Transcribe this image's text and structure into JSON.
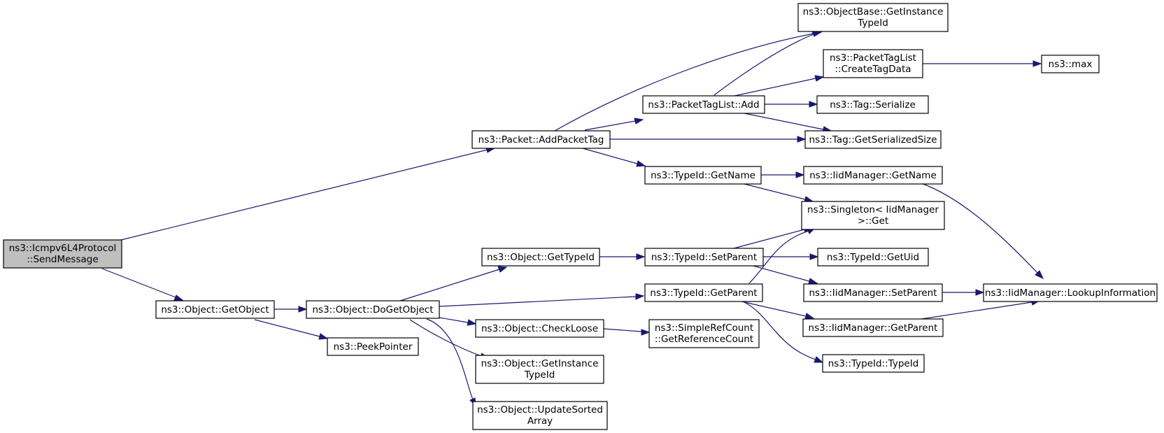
{
  "colors": {
    "edge": "#191970",
    "root_fill": "#bfbfbf",
    "node_fill": "#ffffff",
    "node_border": "#000000"
  },
  "nodes": {
    "send_message": {
      "lines": [
        "ns3::Icmpv6L4Protocol",
        "::SendMessage"
      ]
    },
    "add_packet_tag": {
      "lines": [
        "ns3::Packet::AddPacketTag"
      ]
    },
    "get_object": {
      "lines": [
        "ns3::Object::GetObject"
      ]
    },
    "do_get_object": {
      "lines": [
        "ns3::Object::DoGetObject"
      ]
    },
    "peek_pointer": {
      "lines": [
        "ns3::PeekPointer"
      ]
    },
    "object_get_type_id": {
      "lines": [
        "ns3::Object::GetTypeId"
      ]
    },
    "check_loose": {
      "lines": [
        "ns3::Object::CheckLoose"
      ]
    },
    "object_get_instance_type_id": {
      "lines": [
        "ns3::Object::GetInstance",
        "TypeId"
      ]
    },
    "update_sorted_array": {
      "lines": [
        "ns3::Object::UpdateSorted",
        "Array"
      ]
    },
    "packet_tag_list_add": {
      "lines": [
        "ns3::PacketTagList::Add"
      ]
    },
    "type_id_get_name": {
      "lines": [
        "ns3::TypeId::GetName"
      ]
    },
    "type_id_set_parent": {
      "lines": [
        "ns3::TypeId::SetParent"
      ]
    },
    "type_id_get_parent": {
      "lines": [
        "ns3::TypeId::GetParent"
      ]
    },
    "simple_ref_count": {
      "lines": [
        "ns3::SimpleRefCount",
        "::GetReferenceCount"
      ]
    },
    "object_base_get_instance_type_id": {
      "lines": [
        "ns3::ObjectBase::GetInstance",
        "TypeId"
      ]
    },
    "create_tag_data": {
      "lines": [
        "ns3::PacketTagList",
        "::CreateTagData"
      ]
    },
    "tag_serialize": {
      "lines": [
        "ns3::Tag::Serialize"
      ]
    },
    "tag_get_serialized_size": {
      "lines": [
        "ns3::Tag::GetSerializedSize"
      ]
    },
    "iid_manager_get_name": {
      "lines": [
        "ns3::IidManager::GetName"
      ]
    },
    "singleton_get": {
      "lines": [
        "ns3::Singleton< IidManager",
        ">::Get"
      ]
    },
    "type_id_get_uid": {
      "lines": [
        "ns3::TypeId::GetUid"
      ]
    },
    "iid_manager_set_parent": {
      "lines": [
        "ns3::IidManager::SetParent"
      ]
    },
    "iid_manager_get_parent": {
      "lines": [
        "ns3::IidManager::GetParent"
      ]
    },
    "type_id_type_id": {
      "lines": [
        "ns3::TypeId::TypeId"
      ]
    },
    "max": {
      "lines": [
        "ns3::max"
      ]
    },
    "lookup_information": {
      "lines": [
        "ns3::IidManager::LookupInformation"
      ]
    }
  }
}
